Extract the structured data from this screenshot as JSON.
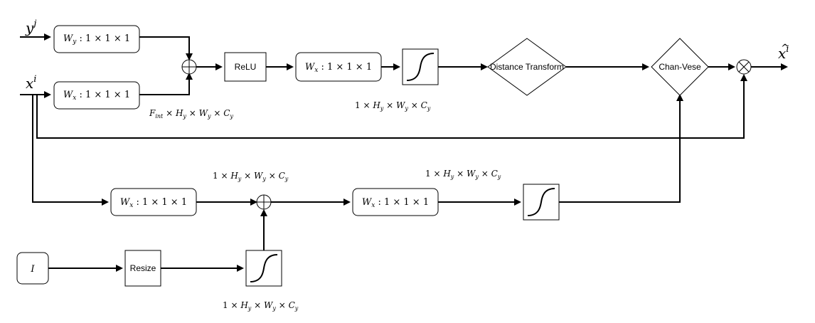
{
  "inputs": {
    "y": {
      "base": "y",
      "sup": "j"
    },
    "x": {
      "base": "x",
      "sup": "i"
    },
    "image": "I"
  },
  "output": {
    "base": "x",
    "sup": "i",
    "hat": "^"
  },
  "nodes": {
    "wy": {
      "w": "W",
      "sub": "y",
      "rest": " : 1 × 1 × 1"
    },
    "wx_top": {
      "w": "W",
      "sub": "x",
      "rest": " : 1 × 1 × 1"
    },
    "wx_mid": {
      "w": "W",
      "sub": "x",
      "rest": " : 1 × 1 × 1"
    },
    "wx_bottom_left": {
      "w": "W",
      "sub": "x",
      "rest": " : 1 × 1 × 1"
    },
    "wx_bottom_right": {
      "w": "W",
      "sub": "x",
      "rest": " : 1 × 1 × 1"
    },
    "relu": "ReLU",
    "distance_transform": "Distance Transform",
    "chan_vese": "Chan-Vese",
    "resize": "Resize"
  },
  "dim_labels": {
    "fint": {
      "F": "F",
      "Fsub": "int",
      "t1": " × ",
      "H": "H",
      "Hsub": "y",
      "t2": " × ",
      "W": "W",
      "Wsub": "y",
      "t3": " × ",
      "C": "C",
      "Csub": "y"
    },
    "one_hwc": {
      "one": "1 × ",
      "H": "H",
      "Hsub": "y",
      "t2": " × ",
      "W": "W",
      "Wsub": "y",
      "t3": " × ",
      "C": "C",
      "Csub": "y"
    }
  }
}
